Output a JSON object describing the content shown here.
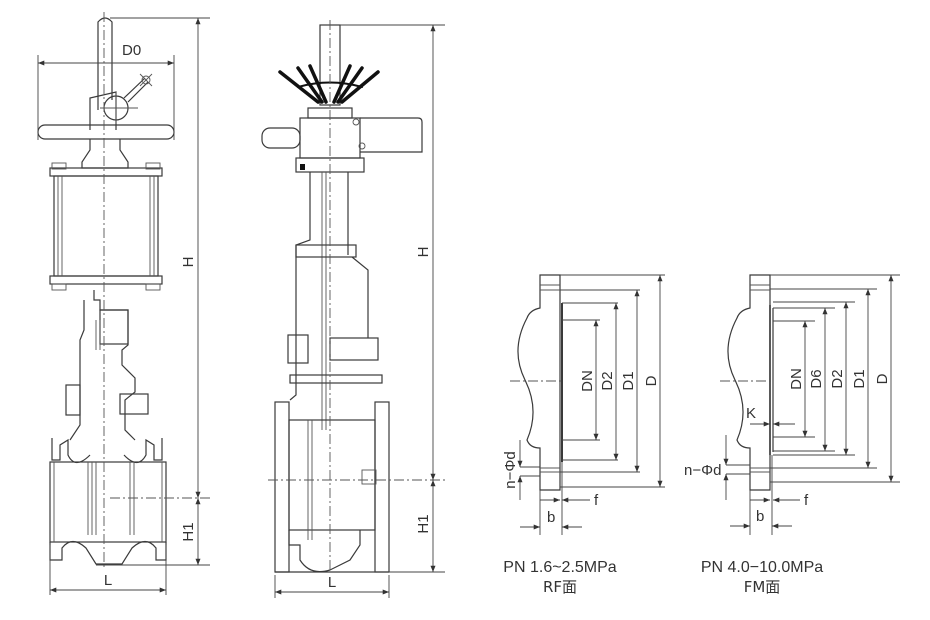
{
  "diagram": {
    "type": "gate valve dimension drawing",
    "front_view": {
      "labels": {
        "handwheel_diameter": "D0",
        "height": "H",
        "center_height": "H1",
        "length": "L"
      }
    },
    "side_view": {
      "labels": {
        "height": "H",
        "center_height": "H1",
        "length": "L"
      }
    },
    "flange_rf": {
      "labels": {
        "nominal": "DN",
        "d2": "D2",
        "d1": "D1",
        "d": "D",
        "bolt_holes": "n−Φd",
        "f": "f",
        "b": "b"
      },
      "caption_pressure": "PN 1.6~2.5MPa",
      "caption_face": "RF面"
    },
    "flange_fm": {
      "labels": {
        "nominal": "DN",
        "d6": "D6",
        "d2": "D2",
        "d1": "D1",
        "d": "D",
        "k": "K",
        "bolt_holes": "n−Φd",
        "f": "f",
        "b": "b"
      },
      "caption_pressure": "PN 4.0−10.0MPa",
      "caption_face": "FM面"
    }
  }
}
